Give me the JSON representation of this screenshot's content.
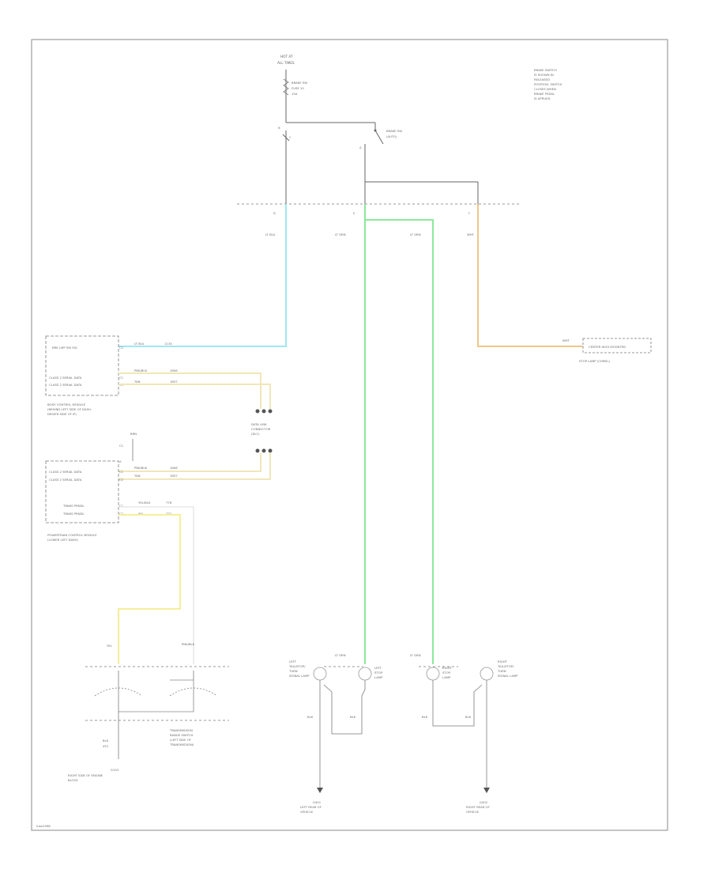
{
  "labels": {
    "fuse_top": [
      "HOT AT",
      "ALL TIMES"
    ],
    "fuse_name": [
      "BRAKE SW",
      "FUSE 10",
      "15A"
    ],
    "brake_switch": [
      "BRAKE SW",
      "(AUTO)"
    ],
    "note": [
      "BRAKE SWITCH",
      "IS SHOWN IN",
      "RELEASED",
      "POSITION. SWITCH",
      "CLOSES WHEN",
      "BRAKE PEDAL",
      "IS APPLIED"
    ],
    "sw_pins": [
      "B",
      "C",
      "A",
      "D",
      "E",
      "F"
    ],
    "wire_cyan_top": "LT BLU",
    "wire_green_top1": "LT GRN",
    "wire_green_top2": "LT GRN",
    "wire_orange_top": "WHT",
    "bcm": {
      "rows": [
        "BRK LMP SW SIG",
        "CLASS 2 SERIAL DATA",
        "CLASS 2 SERIAL DATA"
      ],
      "pins": [
        "C2",
        "C1",
        "C3"
      ],
      "title": [
        "BODY CONTROL MODULE",
        "(BEHIND LEFT SIDE OF DASH,",
        "DRIVER SIDE OF IP)"
      ],
      "wires": [
        [
          "LT BLU",
          "1134"
        ],
        [
          "PNK/BLK",
          "1806"
        ],
        [
          "TAN",
          "1807"
        ]
      ]
    },
    "splice": [
      "DATA LINK",
      "CONNECTOR",
      "(DLC)"
    ],
    "pcm": {
      "rows": [
        "CLASS 2 SERIAL DATA",
        "CLASS 2 SERIAL DATA",
        "TRANS PRNDL",
        "TRANS PRNDL"
      ],
      "pins": [
        "C1",
        "C2",
        "C1",
        "C2"
      ],
      "pin_a": "A",
      "title": [
        "POWERTRAIN CONTROL MODULE",
        "(LOWER LEFT DASH)"
      ],
      "wires": [
        [
          "PNK/BLK",
          "1806"
        ],
        [
          "TAN",
          "1807"
        ],
        [
          "YEL/BLK",
          "776"
        ],
        [
          "YEL",
          "772"
        ]
      ],
      "top_wire": [
        "BRN",
        "C1"
      ]
    },
    "cs": {
      "yel": "YEL",
      "pnk": "PNK/BLK",
      "gnd_wire": [
        "BLK",
        "451"
      ],
      "ground": [
        "G103",
        "RIGHT SIDE OF ENGINE",
        "BLOCK"
      ],
      "title": [
        "TRANSMISSION",
        "RANGE SWITCH",
        "(LEFT SIDE OF",
        "TRANSMISSION)"
      ]
    },
    "chmsl": [
      "CENTER HIGH MOUNTED",
      "STOP LAMP (CHMSL)"
    ],
    "chmsl_wire": "WHT",
    "lamps": {
      "lt_turn": [
        "LEFT",
        "TAIL/STOP/",
        "TURN",
        "SIGNAL LAMP"
      ],
      "lt_stop": [
        "LEFT",
        "STOP",
        "LAMP"
      ],
      "rt_stop": [
        "RIGHT",
        "STOP",
        "LAMP"
      ],
      "rt_turn": [
        "RIGHT",
        "TAIL/STOP/",
        "TURN",
        "SIGNAL LAMP"
      ],
      "green1": "LT GRN",
      "green2": "LT GRN",
      "blk": "BLK",
      "ground_left": [
        "G401",
        "LEFT REAR OF",
        "VEHICLE"
      ],
      "ground_right": [
        "G402",
        "RIGHT REAR OF",
        "VEHICLE"
      ]
    },
    "footer": "fuse1098"
  }
}
